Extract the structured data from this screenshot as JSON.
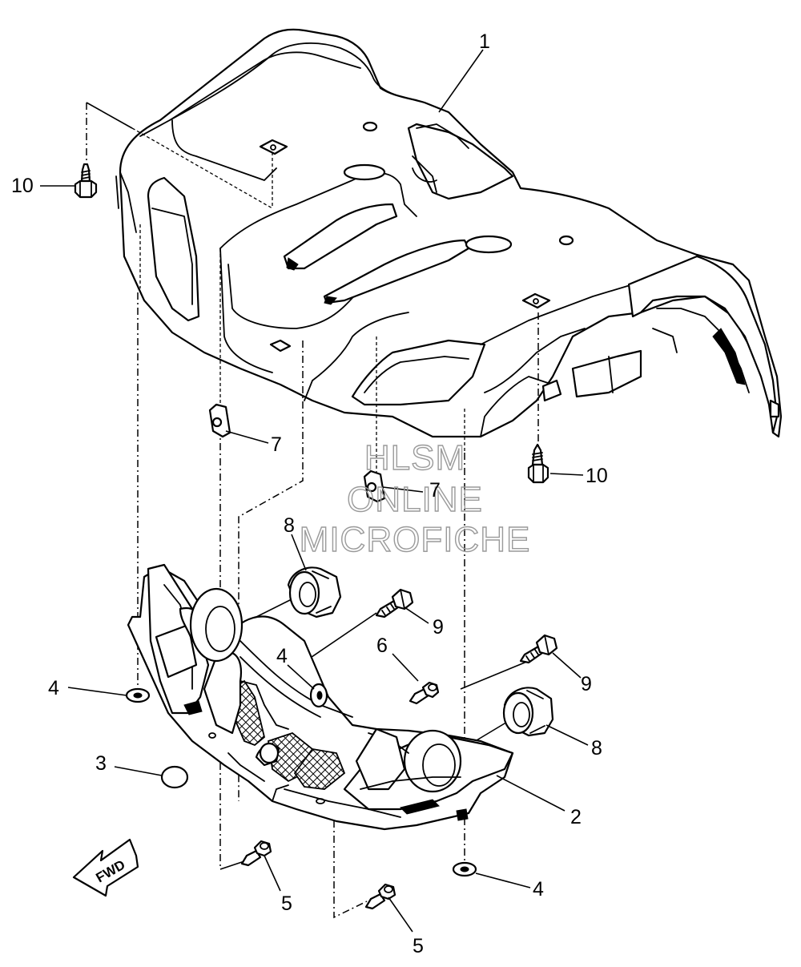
{
  "watermark": {
    "line1": "HLSM",
    "line2": "ONLINE",
    "line3": "MICROFICHE"
  },
  "direction_label": "FWD",
  "callouts": {
    "c1": "1",
    "c2": "2",
    "c3": "3",
    "c4a": "4",
    "c4b": "4",
    "c4c": "4",
    "c5a": "5",
    "c5b": "5",
    "c6": "6",
    "c7a": "7",
    "c7b": "7",
    "c8a": "8",
    "c8b": "8",
    "c9a": "9",
    "c9b": "9",
    "c10a": "10",
    "c10b": "10"
  }
}
